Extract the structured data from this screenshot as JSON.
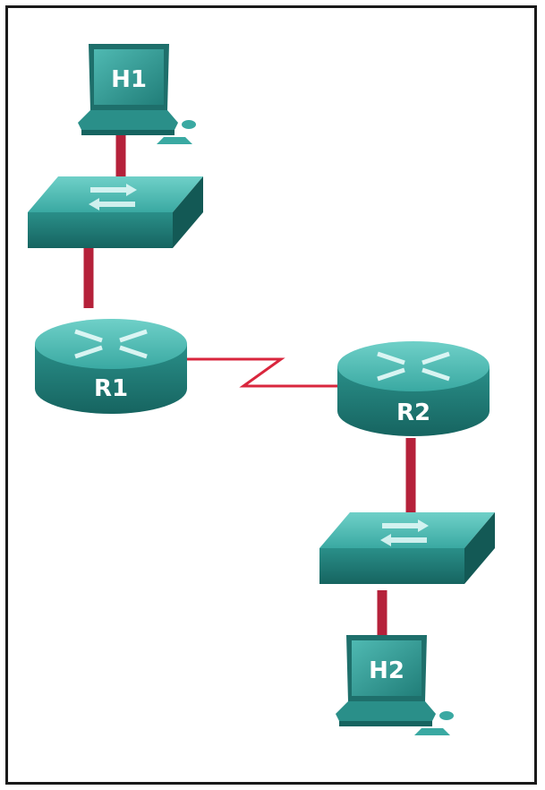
{
  "diagram": {
    "hosts": [
      {
        "label": "H1"
      },
      {
        "label": "H2"
      }
    ],
    "routers": [
      {
        "label": "R1"
      },
      {
        "label": "R2"
      }
    ],
    "links": [
      {
        "from": "H1",
        "to": "SW1",
        "type": "ethernet"
      },
      {
        "from": "SW1",
        "to": "R1",
        "type": "ethernet"
      },
      {
        "from": "R1",
        "to": "R2",
        "type": "serial"
      },
      {
        "from": "R2",
        "to": "SW2",
        "type": "ethernet"
      },
      {
        "from": "SW2",
        "to": "H2",
        "type": "ethernet"
      }
    ],
    "colors": {
      "device_teal": "#2f9c96",
      "device_dark": "#1e6f6b",
      "device_light": "#5cc2bb",
      "ethernet_link": "#b5213a",
      "serial_link": "#d9263d",
      "border": "#1a1a1a"
    }
  }
}
